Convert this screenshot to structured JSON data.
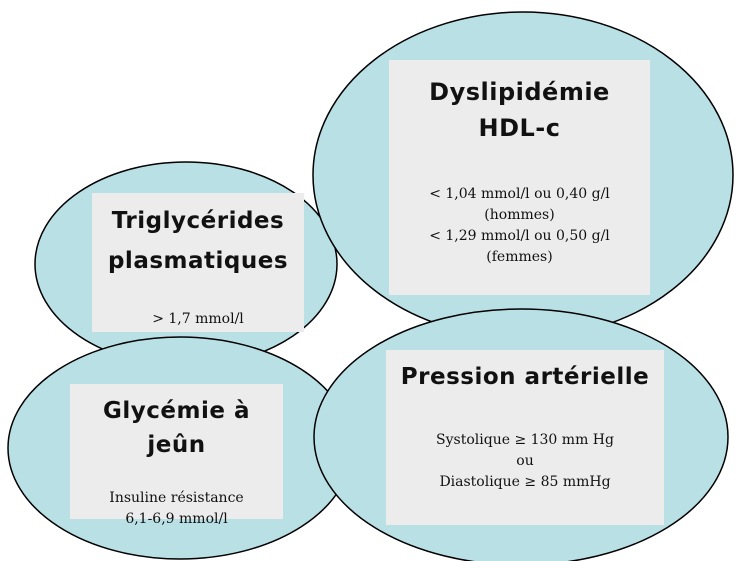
{
  "colors": {
    "ellipse_fill": "#b9e0e5",
    "ellipse_stroke": "#000000",
    "box_fill": "#ececec",
    "text": "#111111"
  },
  "triglycerides": {
    "title_line1": "Triglycérides",
    "title_line2": "plasmatiques",
    "value": "> 1,7 mmol/l"
  },
  "dyslipidemie": {
    "title_line1": "Dyslipidémie",
    "title_line2": "HDL-c",
    "line1": "< 1,04 mmol/l ou 0,40 g/l",
    "line2": "(hommes)",
    "line3": "< 1,29 mmol/l ou 0,50 g/l",
    "line4": "(femmes)"
  },
  "glycemie": {
    "title": "Glycémie à jeûn",
    "line1": "Insuline résistance",
    "line2": "6,1-6,9 mmol/l"
  },
  "pression": {
    "title": "Pression artérielle",
    "line1": "Systolique ≥ 130 mm Hg",
    "line2": "ou",
    "line3": "Diastolique ≥ 85 mmHg"
  }
}
